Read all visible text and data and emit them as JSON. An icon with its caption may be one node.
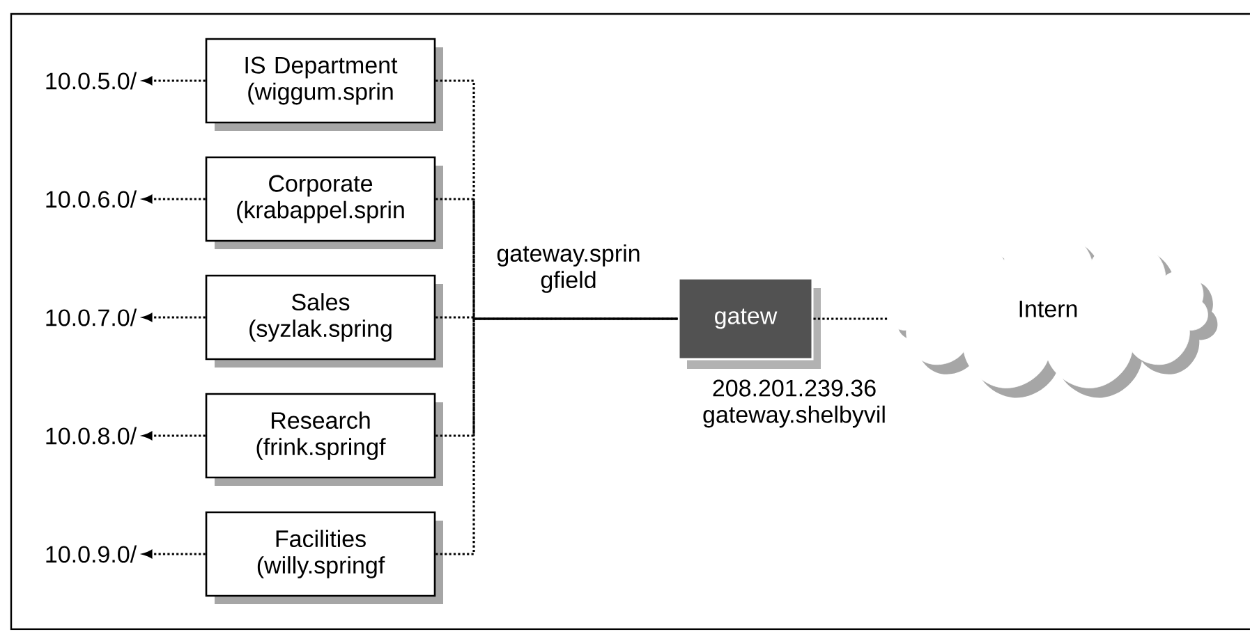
{
  "diagram": {
    "nodes": [
      {
        "text": [
          "10.0.5.0/"
        ]
      },
      {
        "text": [
          "IS Department (wiggum.sprin"
        ]
      },
      {
        "text": [
          "10.0.6.0/"
        ]
      },
      {
        "text": [
          "Corporate (krabappel.sprin"
        ]
      },
      {
        "text": [
          "10.0.7.0/"
        ]
      },
      {
        "text": [
          "Sales (syzlak.spring"
        ]
      },
      {
        "text": [
          "10.0.8.0/"
        ]
      },
      {
        "text": [
          "Research (frink.springf"
        ]
      },
      {
        "text": [
          "10.0.9.0/"
        ]
      },
      {
        "text": [
          "Facilities (willy.springf"
        ]
      },
      {
        "text": [
          "gatew"
        ],
        "beside": [
          "gateway.sprin gfield",
          "208.201.239.36 gateway.shelbyvil"
        ]
      },
      {
        "text": [
          "Intern"
        ]
      }
    ],
    "edges": [
      {
        "from": 1,
        "to": 0,
        "arrow": "to"
      },
      {
        "from": 3,
        "to": 2,
        "arrow": "to"
      },
      {
        "from": 5,
        "to": 4,
        "arrow": "to"
      },
      {
        "from": 7,
        "to": 6,
        "arrow": "to"
      },
      {
        "from": 9,
        "to": 8,
        "arrow": "to"
      },
      {
        "from": 1,
        "to": 10,
        "arrow": "none"
      },
      {
        "from": 3,
        "to": 10,
        "arrow": "none"
      },
      {
        "from": 5,
        "to": 10,
        "arrow": "none"
      },
      {
        "from": 7,
        "to": 10,
        "arrow": "none"
      },
      {
        "from": 9,
        "to": 10,
        "arrow": "none"
      },
      {
        "from": 10,
        "to": 11,
        "arrow": "none"
      }
    ]
  }
}
